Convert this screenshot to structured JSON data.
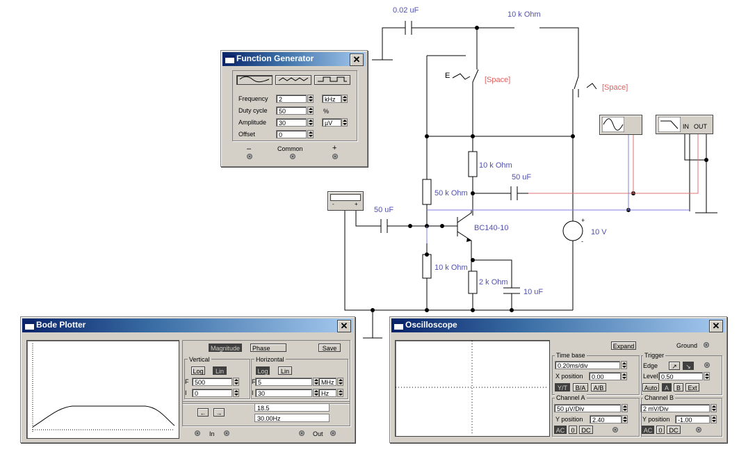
{
  "schematic": {
    "labels": {
      "c_top": "0.02 uF",
      "r_top": "10 k Ohm",
      "switch_e": "E",
      "space1": "[Space]",
      "space2": "[Space]",
      "r_collector": "10 k Ohm",
      "c_out": "50 uF",
      "r_bias_top": "50 k Ohm",
      "c_in": "50 uF",
      "transistor": "BC140-10",
      "source": "10 V",
      "r_bias_bottom": "10 k Ohm",
      "r_emitter": "2 k Ohm",
      "c_emitter": "10 uF",
      "bode_in": "IN",
      "bode_out": "OUT",
      "plus": "+",
      "minus": "-"
    }
  },
  "function_generator": {
    "title": "Function Generator",
    "frequency": {
      "label": "Frequency",
      "value": "2",
      "unit": "kHz"
    },
    "duty_cycle": {
      "label": "Duty cycle",
      "value": "50",
      "unit": "%"
    },
    "amplitude": {
      "label": "Amplitude",
      "value": "30",
      "unit": "µV"
    },
    "offset": {
      "label": "Offset",
      "value": "0"
    },
    "terminals": {
      "minus": "–",
      "common": "Common",
      "plus": "+"
    }
  },
  "bode_plotter": {
    "title": "Bode Plotter",
    "magnitude": "Magnitude",
    "phase": "Phase",
    "save": "Save",
    "vertical": {
      "title": "Vertical",
      "log": "Log",
      "lin": "Lin",
      "f_label": "F",
      "f_value": "500",
      "i_label": "I",
      "i_value": "0"
    },
    "horizontal": {
      "title": "Horizontal",
      "log": "Log",
      "lin": "Lin",
      "f_label": "F",
      "f_value": "5",
      "f_unit": "MHz",
      "i_label": "I",
      "i_value": "30",
      "i_unit": "Hz"
    },
    "readout_value": "18.5",
    "readout_freq": "30.00Hz",
    "in_label": "In",
    "out_label": "Out"
  },
  "oscilloscope": {
    "title": "Oscilloscope",
    "expand": "Expand",
    "ground": "Ground",
    "time_base": {
      "title": "Time base",
      "value": "0.20ms/div",
      "xpos_label": "X position",
      "xpos_value": "0.00",
      "yt": "Y/T",
      "ba": "B/A",
      "ab": "A/B"
    },
    "trigger": {
      "title": "Trigger",
      "edge_label": "Edge",
      "level_label": "Level",
      "level_value": "0.50",
      "auto": "Auto",
      "a": "A",
      "b": "B",
      "ext": "Ext"
    },
    "channel_a": {
      "title": "Channel A",
      "value": "50 µV/Div",
      "ypos_label": "Y position",
      "ypos_value": "2.40",
      "ac": "AC",
      "zero": "0",
      "dc": "DC"
    },
    "channel_b": {
      "title": "Channel B",
      "value": "2 mV/Div",
      "ypos_label": "Y position",
      "ypos_value": "-1.00",
      "ac": "AC",
      "zero": "0",
      "dc": "DC"
    }
  },
  "colors": {
    "wire": "#000000",
    "probe_blue": "#8080e0",
    "probe_red": "#e07070",
    "label": "#5050b0",
    "titlebar": "#0a246a"
  }
}
